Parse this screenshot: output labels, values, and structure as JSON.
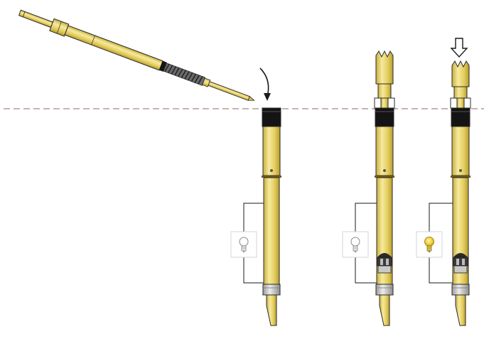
{
  "diagram": {
    "description_visible_text": [],
    "colors": {
      "brass": "#e8d46a",
      "brass_light": "#f3e59a",
      "brass_dark": "#b49a2a",
      "band_black": "#141414",
      "steel": "#c9c9c9",
      "steel_dark": "#8a8a8a",
      "outline": "#2b2b2b",
      "dashed_line": "#b49a98",
      "bulb_off": "#ffffff",
      "bulb_on": "#f2d23c",
      "panel_border": "#d6d6d6"
    },
    "elements": {
      "tilted_probe": {
        "icon": "spring-contact-probe-icon"
      },
      "insertion_arrow": {
        "icon": "curved-arrow-icon"
      },
      "press_arrow": {
        "icon": "down-arrow-icon"
      },
      "receptacles": [
        {
          "state": "empty",
          "bulb": "off"
        },
        {
          "state": "probe-inserted",
          "bulb": "off"
        },
        {
          "state": "probe-pressed",
          "bulb": "on"
        }
      ]
    }
  }
}
